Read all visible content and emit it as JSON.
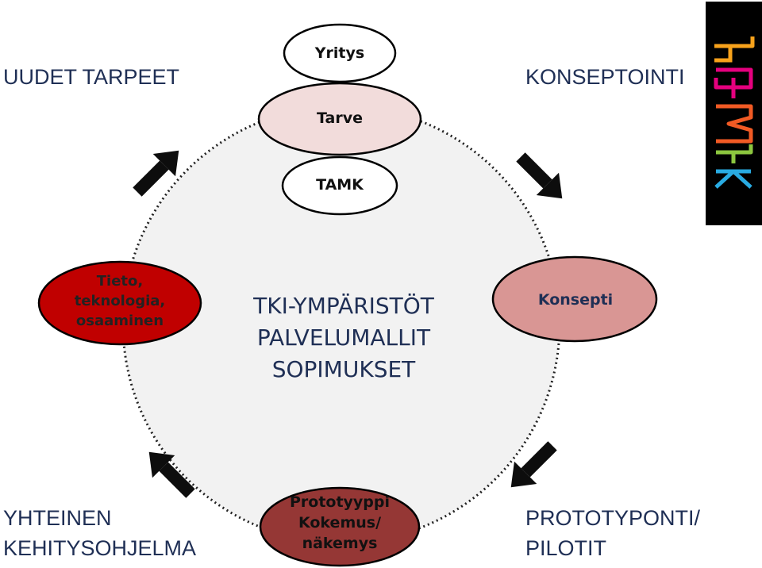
{
  "corners": {
    "top_left": [
      "UUDET TARPEET"
    ],
    "top_right": [
      "KONSEPTOINTI"
    ],
    "bottom_left": [
      "YHTEINEN",
      "KEHITYSOHJELMA"
    ],
    "bottom_right": [
      "PROTOTYPONTI/",
      "PILOTIT"
    ]
  },
  "center": [
    "TKI-YMPÄRISTÖT",
    "PALVELUMALLIT",
    "SOPIMUKSET"
  ],
  "nodes": {
    "yritys": {
      "label": "Yritys",
      "fill": "#ffffff"
    },
    "tarve": {
      "label": "Tarve",
      "fill": "#f2dcdb"
    },
    "tamk": {
      "label": "TAMK",
      "fill": "#ffffff"
    },
    "tieto": {
      "lines": [
        "Tieto,",
        "teknologia,",
        "osaaminen"
      ],
      "fill": "#c00000"
    },
    "konsepti": {
      "label": "Konsepti",
      "fill": "#d99694"
    },
    "prototyyppi": {
      "lines": [
        "Prototyyppi",
        "Kokemus/",
        "näkemys"
      ],
      "fill": "#953735"
    }
  },
  "colors": {
    "text_dark_blue": "#1f2f55",
    "circle_fill": "#f2f2f2",
    "arrow": "#0d0d0d",
    "logo_bg": "#000000"
  },
  "logo": {
    "name": "tamk-logo",
    "text": "TAMK"
  }
}
